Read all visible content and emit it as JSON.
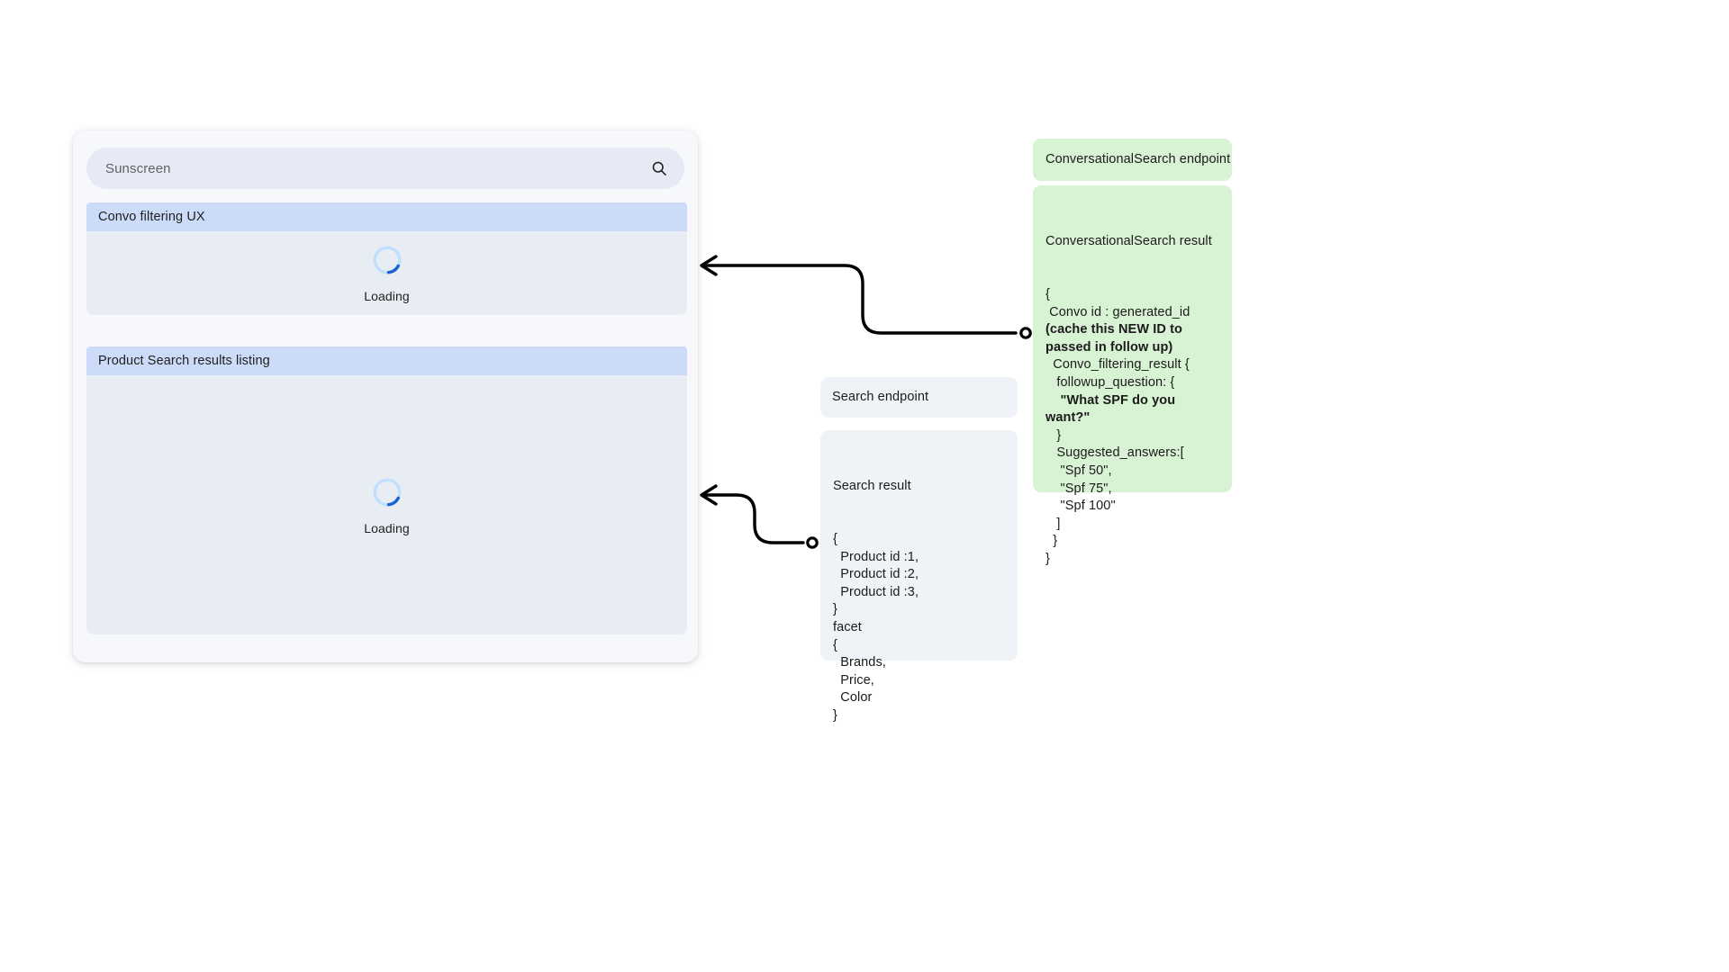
{
  "search": {
    "value": "Sunscreen",
    "placeholder": "Sunscreen",
    "icon": "search-icon"
  },
  "sections": [
    {
      "header": "Convo filtering UX",
      "state": "Loading",
      "spinner_icon": "loading-spinner-icon"
    },
    {
      "header": "Product Search results listing",
      "state": "Loading",
      "spinner_icon": "loading-spinner-icon"
    }
  ],
  "annotations": {
    "conversational_search": {
      "endpoint_label": "ConversationalSearch endpoint",
      "result_title": "ConversationalSearch result",
      "lines": [
        {
          "text": "{",
          "bold": false
        },
        {
          "text": " Convo id : generated_id ",
          "bold": false
        },
        {
          "text": "(cache this NEW ID to passed in follow up)",
          "bold": true
        },
        {
          "text": "  Convo_filtering_result {",
          "bold": false
        },
        {
          "text": "   followup_question: {",
          "bold": false
        },
        {
          "text": "    \"What SPF do you want?\"",
          "bold": true
        },
        {
          "text": "   }",
          "bold": false
        },
        {
          "text": "   Suggested_answers:[",
          "bold": false
        },
        {
          "text": "    \"Spf 50\",",
          "bold": false
        },
        {
          "text": "    \"Spf 75\",",
          "bold": false
        },
        {
          "text": "    \"Spf 100\"",
          "bold": false
        },
        {
          "text": "   ]",
          "bold": false
        },
        {
          "text": "  }",
          "bold": false
        },
        {
          "text": "}",
          "bold": false
        }
      ]
    },
    "search_api": {
      "endpoint_label": "Search endpoint",
      "result_title": "Search result",
      "lines": [
        {
          "text": "{",
          "bold": false
        },
        {
          "text": "  Product id :1,",
          "bold": false
        },
        {
          "text": "  Product id :2,",
          "bold": false
        },
        {
          "text": "  Product id :3,",
          "bold": false
        },
        {
          "text": "}",
          "bold": false
        },
        {
          "text": "facet",
          "bold": false
        },
        {
          "text": "{",
          "bold": false
        },
        {
          "text": "  Brands,",
          "bold": false
        },
        {
          "text": "  Price,",
          "bold": false
        },
        {
          "text": "  Color",
          "bold": false
        },
        {
          "text": "}",
          "bold": false
        }
      ]
    }
  },
  "colors": {
    "panel_green": "#d8f2d4",
    "panel_gray": "#eff2f7",
    "section_header": "#ccdcf8",
    "section_body": "#e8ecf3",
    "search_bar": "#e7eaf4",
    "card": "#f7f8fc",
    "spinner_track": "#bfdffc",
    "spinner_arc": "#1a62d4",
    "connector": "#000000"
  }
}
